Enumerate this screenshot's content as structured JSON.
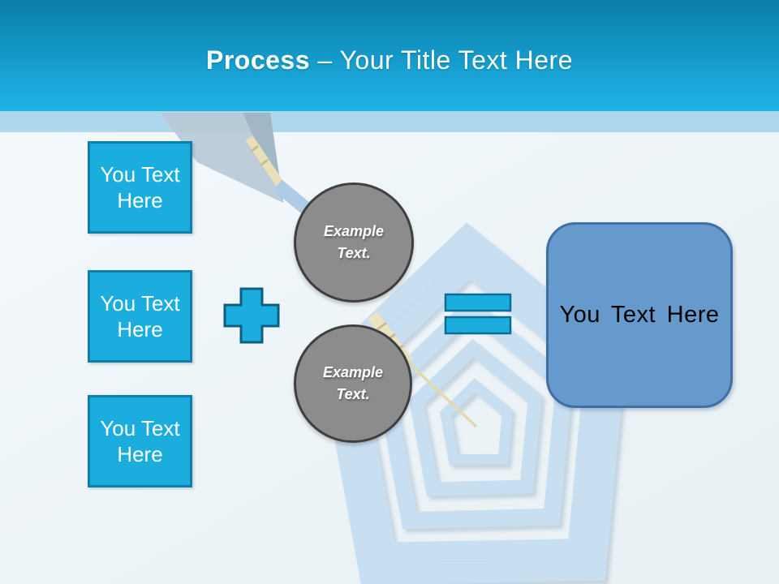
{
  "header": {
    "title_bold": "Process",
    "title_rest": " – Your Title Text Here"
  },
  "inputs": [
    {
      "label": "You Text Here"
    },
    {
      "label": "You Text Here"
    },
    {
      "label": "You Text Here"
    }
  ],
  "process_circles": [
    {
      "label": "Example Text."
    },
    {
      "label": "Example Text."
    }
  ],
  "result": {
    "label": "You Text Here"
  },
  "icons": {
    "plus": "plus-icon",
    "equals": "equals-icon",
    "background": "dart-hitting-target-graphic"
  },
  "colors": {
    "header_top": "#0d7ea7",
    "header_bottom": "#1fb0e2",
    "sub_band": "#aed6ec",
    "accent_cyan": "#1caddf",
    "accent_cyan_border": "#0f7ea8",
    "circle_gray": "#8c8c8c",
    "circle_border": "#3f3f3f",
    "result_blue": "#6699cc",
    "result_border": "#3f6fa5",
    "background": "#edf4f8",
    "target_ring": "#c8def1"
  }
}
